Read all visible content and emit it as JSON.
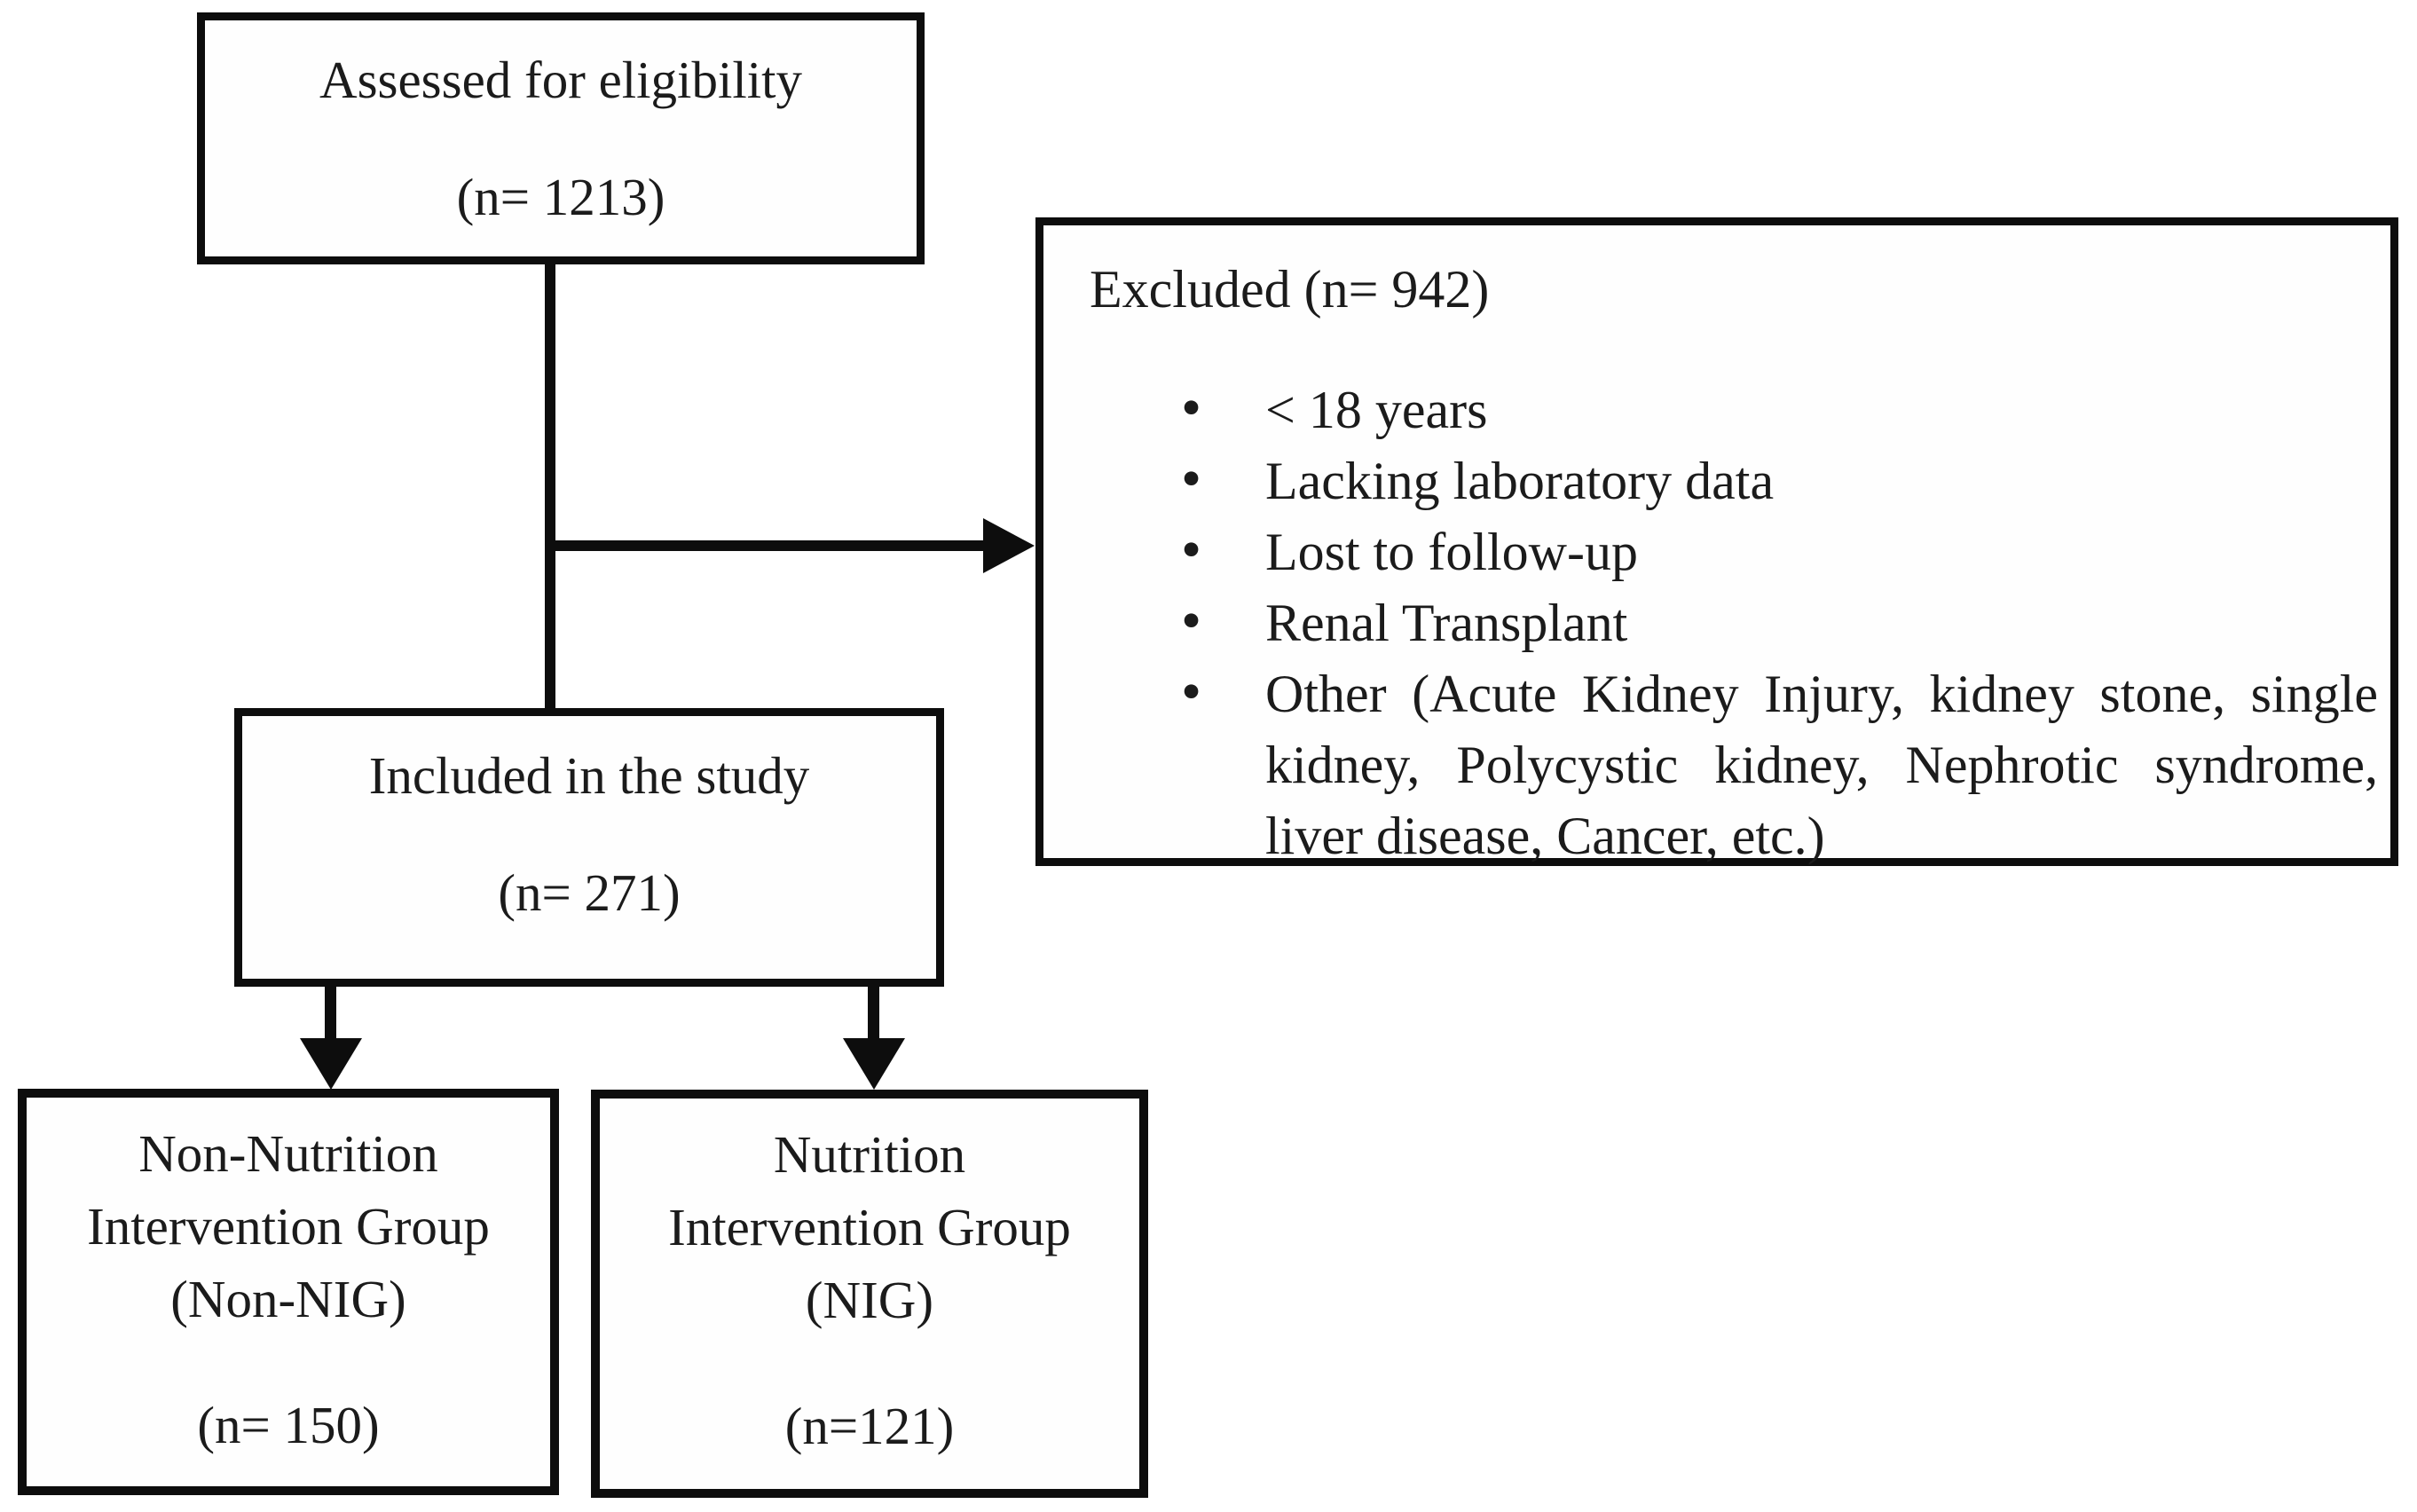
{
  "diagram": {
    "type": "study-flow-diagram",
    "colors": {
      "line": "#0d0d0d",
      "text": "#1b1b1b",
      "background": "#ffffff"
    },
    "boxes": {
      "assessed": {
        "lines": [
          "Assessed for eligibility",
          "(n= 1213)"
        ]
      },
      "excluded": {
        "header": "Excluded (n= 942)",
        "bullets": [
          "< 18 years",
          "Lacking laboratory data",
          "Lost to follow-up",
          "Renal Transplant",
          "Other (Acute Kidney Injury, kidney stone, single kidney, Polycystic kidney, Nephrotic syndrome, liver disease, Cancer, etc.)"
        ]
      },
      "included": {
        "lines": [
          "Included in the study",
          "(n= 271)"
        ]
      },
      "non_nig": {
        "lines": [
          "Non-Nutrition",
          "Intervention Group",
          "(Non-NIG)"
        ],
        "count": "(n= 150)"
      },
      "nig": {
        "lines": [
          "Nutrition",
          "Intervention Group",
          "(NIG)"
        ],
        "count": "(n=121)"
      }
    }
  }
}
